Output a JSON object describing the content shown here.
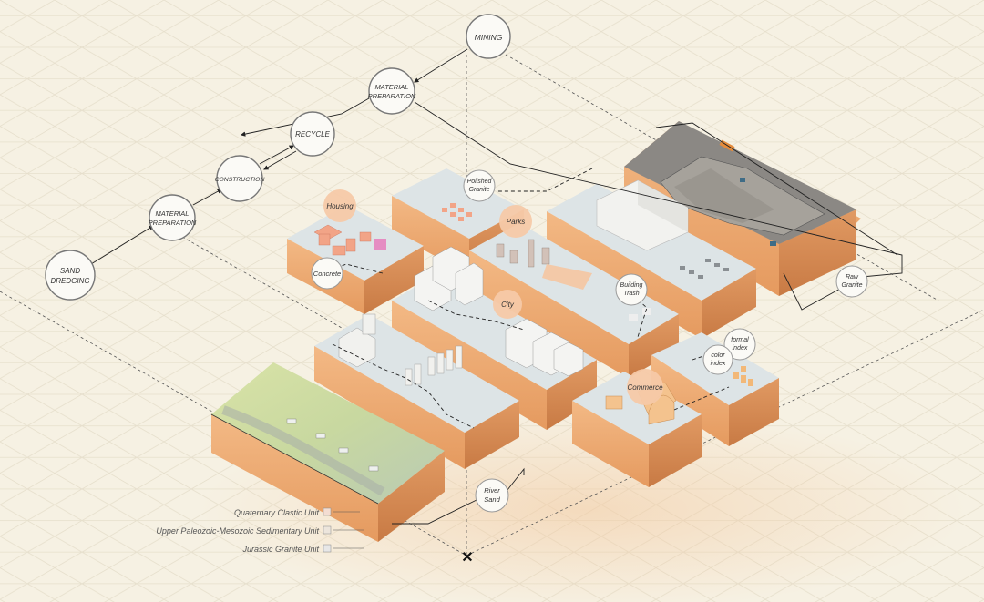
{
  "palette": {
    "background": "#f6f1e3",
    "grid_line": "#e6dfcc",
    "soil_front": "#f0b17c",
    "soil_side": "#d98e58",
    "slab_top": "#dde4e6",
    "bubble_fill": "#f6c9a8",
    "node_stroke": "#777777",
    "arrow": "#222222",
    "rock_top": "#8b8884"
  },
  "flow_nodes": {
    "mining": "MINING",
    "material_prep_top_line1": "MATERIAL",
    "material_prep_top_line2": "PREPARATION",
    "recycle": "RECYCLE",
    "construction": "CONSTRUCTION",
    "material_prep_low_line1": "MATERIAL",
    "material_prep_low_line2": "PREPARATION",
    "sand_dredging_line1": "SAND",
    "sand_dredging_line2": "DREDGING"
  },
  "zone_labels": {
    "housing": "Housing",
    "parks": "Parks",
    "city": "City",
    "commerce": "Commerce"
  },
  "material_labels": {
    "polished_granite_line1": "Polished",
    "polished_granite_line2": "Granite",
    "concrete": "Concrete",
    "building_trash_line1": "Building",
    "building_trash_line2": "Trash",
    "raw_granite_line1": "Raw",
    "raw_granite_line2": "Granite",
    "formal_index_line1": "formal",
    "formal_index_line2": "index",
    "color_index_line1": "color",
    "color_index_line2": "index",
    "river_sand_line1": "River",
    "river_sand_line2": "Sand"
  },
  "legend": [
    {
      "label": "Quaternary Clastic Unit"
    },
    {
      "label": "Upper Paleozoic-Mesozoic Sedimentary Unit"
    },
    {
      "label": "Jurassic Granite Unit"
    }
  ],
  "markers": {
    "origin_cross": "✕"
  }
}
